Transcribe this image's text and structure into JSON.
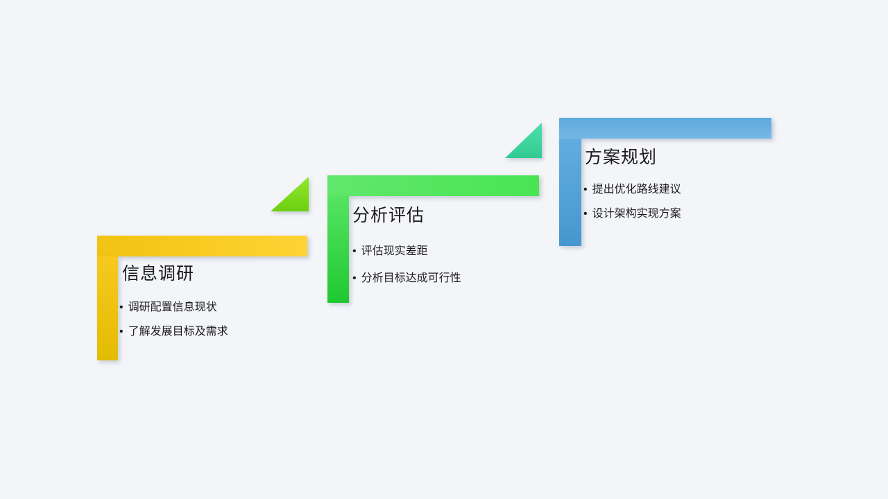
{
  "slide": {
    "background_color": "#f3f5f9",
    "text_color": "#1a1a1a",
    "steps": [
      {
        "title": "信息调研",
        "bullets": [
          "调研配置信息现状",
          "了解发展目标及需求"
        ],
        "accent_color": "#fccd2b"
      },
      {
        "title": "分析评估",
        "bullets": [
          "评估现实差距",
          "分析目标达成可行性"
        ],
        "accent_color": "#3cdd49"
      },
      {
        "title": "方案规划",
        "bullets": [
          "提出优化路线建议",
          "设计架构实现方案"
        ],
        "accent_color": "#68b1e1"
      }
    ],
    "decorations": [
      {
        "name": "triangle-green",
        "color": "#7edb1f"
      },
      {
        "name": "triangle-teal",
        "color": "#3ed6a0"
      }
    ]
  }
}
